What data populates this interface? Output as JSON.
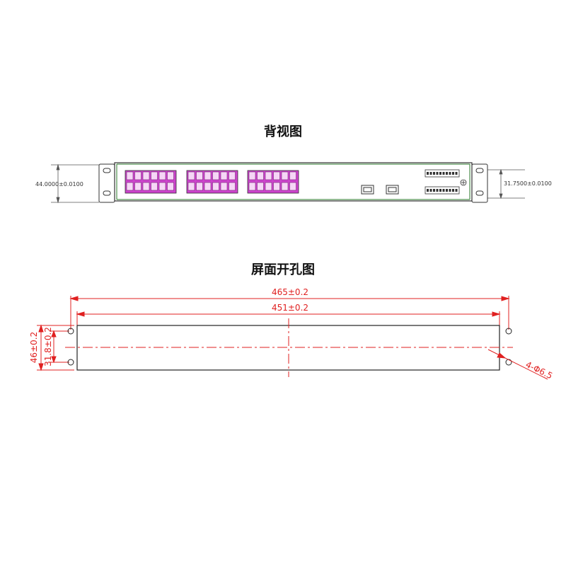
{
  "back_view": {
    "title": "背视图",
    "dim_left": "44.0000±0.0100",
    "dim_right": "31.7500±0.0100",
    "colors": {
      "port": "#cc44cc",
      "board": "#2a7a2a",
      "outline": "#333333"
    }
  },
  "panel_cutout": {
    "title": "屏面开孔图",
    "dim_outer_width": "465±0.2",
    "dim_inner_width": "451±0.2",
    "dim_height": "46±0.2",
    "dim_hole_spacing": "31.8±0.2",
    "dim_holes": "4-Φ6.5",
    "colors": {
      "dimension": "#e02020",
      "outline": "#222222"
    }
  }
}
